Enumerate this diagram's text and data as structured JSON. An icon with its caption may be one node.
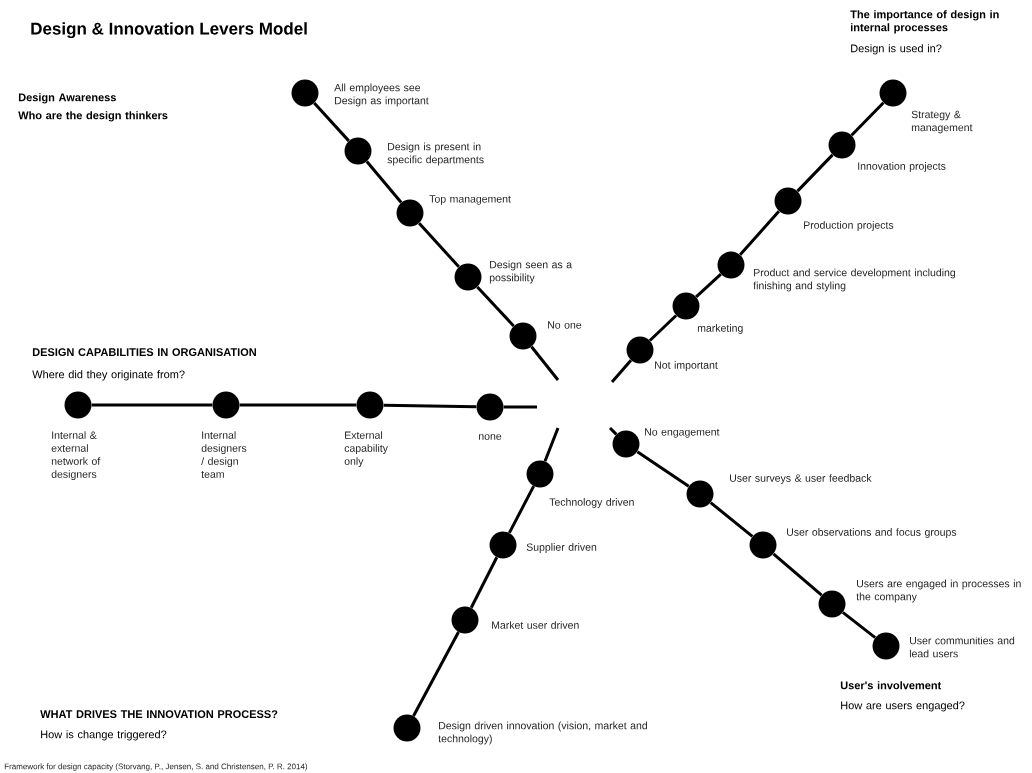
{
  "diagram": {
    "title": "Design & Innovation Levers Model",
    "caption": "Framework for design capacity (Storvang, P., Jensen, S. and Christensen, P. R. 2014)",
    "nodes": [
      {
        "text": [],
        "shape": "circle",
        "beside": [
          "All employees see Design as important"
        ]
      },
      {
        "text": [],
        "shape": "circle",
        "beside": [
          "Design is present in specific departments"
        ]
      },
      {
        "text": [],
        "shape": "circle",
        "beside": [
          "Top management"
        ]
      },
      {
        "text": [],
        "shape": "circle",
        "beside": [
          "Design seen as a possibility"
        ]
      },
      {
        "text": [],
        "shape": "circle",
        "beside": [
          "No one"
        ]
      },
      {
        "text": [],
        "shape": "circle",
        "beside": [
          "Strategy & management"
        ]
      },
      {
        "text": [],
        "shape": "circle",
        "beside": [
          "Innovation projects"
        ]
      },
      {
        "text": [],
        "shape": "circle",
        "beside": [
          "Production projects"
        ]
      },
      {
        "text": [],
        "shape": "circle",
        "beside": [
          "Product and service development including finishing and styling"
        ]
      },
      {
        "text": [],
        "shape": "circle",
        "beside": [
          "marketing"
        ]
      },
      {
        "text": [],
        "shape": "circle",
        "beside": [
          "Not important"
        ]
      },
      {
        "text": [],
        "shape": "circle",
        "beside": [
          "Internal & external network of designers"
        ]
      },
      {
        "text": [],
        "shape": "circle",
        "beside": [
          "Internal designers / design team"
        ]
      },
      {
        "text": [],
        "shape": "circle",
        "beside": [
          "External capability only"
        ]
      },
      {
        "text": [],
        "shape": "circle",
        "beside": [
          "none"
        ]
      },
      {
        "text": [],
        "shape": "circle",
        "beside": [
          "Technology driven"
        ]
      },
      {
        "text": [],
        "shape": "circle",
        "beside": [
          "Supplier driven"
        ]
      },
      {
        "text": [],
        "shape": "circle",
        "beside": [
          "Market user driven"
        ]
      },
      {
        "text": [],
        "shape": "circle",
        "beside": [
          "Design driven innovation (vision, market and technology)"
        ]
      },
      {
        "text": [],
        "shape": "circle",
        "beside": [
          "No engagement"
        ]
      },
      {
        "text": [],
        "shape": "circle",
        "beside": [
          "User surveys & user feedback"
        ]
      },
      {
        "text": [],
        "shape": "circle",
        "beside": [
          "User observations and focus groups"
        ]
      },
      {
        "text": [],
        "shape": "circle",
        "beside": [
          "Users are engaged in processes in the company"
        ]
      },
      {
        "text": [],
        "shape": "circle",
        "beside": [
          "User communities and lead users"
        ]
      }
    ],
    "edges": [
      {
        "from": 0,
        "to": 1,
        "arrow": "none"
      },
      {
        "from": 1,
        "to": 2,
        "arrow": "none"
      },
      {
        "from": 2,
        "to": 3,
        "arrow": "none"
      },
      {
        "from": 3,
        "to": 4,
        "arrow": "none"
      },
      {
        "from": 4,
        "to": null,
        "arrow": "none"
      },
      {
        "from": 5,
        "to": 6,
        "arrow": "none"
      },
      {
        "from": 6,
        "to": 7,
        "arrow": "none"
      },
      {
        "from": 7,
        "to": 8,
        "arrow": "none"
      },
      {
        "from": 8,
        "to": 9,
        "arrow": "none"
      },
      {
        "from": 9,
        "to": 10,
        "arrow": "none"
      },
      {
        "from": 10,
        "to": null,
        "arrow": "none"
      },
      {
        "from": 11,
        "to": 12,
        "arrow": "none"
      },
      {
        "from": 12,
        "to": 13,
        "arrow": "none"
      },
      {
        "from": 13,
        "to": 14,
        "arrow": "none"
      },
      {
        "from": 14,
        "to": null,
        "arrow": "none"
      },
      {
        "from": 15,
        "to": null,
        "arrow": "none"
      },
      {
        "from": 15,
        "to": 16,
        "arrow": "none"
      },
      {
        "from": 16,
        "to": 17,
        "arrow": "none"
      },
      {
        "from": 17,
        "to": 18,
        "arrow": "none"
      },
      {
        "from": 19,
        "to": null,
        "arrow": "none"
      },
      {
        "from": 19,
        "to": 20,
        "arrow": "none"
      },
      {
        "from": 20,
        "to": 21,
        "arrow": "none"
      },
      {
        "from": 21,
        "to": 22,
        "arrow": "none"
      },
      {
        "from": 22,
        "to": 23,
        "arrow": "none"
      }
    ],
    "labels": [
      "The importance of design in internal processes",
      "Design is used in?",
      "Design Awareness",
      "Who are the design thinkers",
      "DESIGN CAPABILITIES IN ORGANISATION",
      "Where did they originate from?",
      "User's involvement",
      "How are users engaged?",
      "WHAT DRIVES THE INNOVATION PROCESS?",
      "How is change triggered?"
    ]
  }
}
